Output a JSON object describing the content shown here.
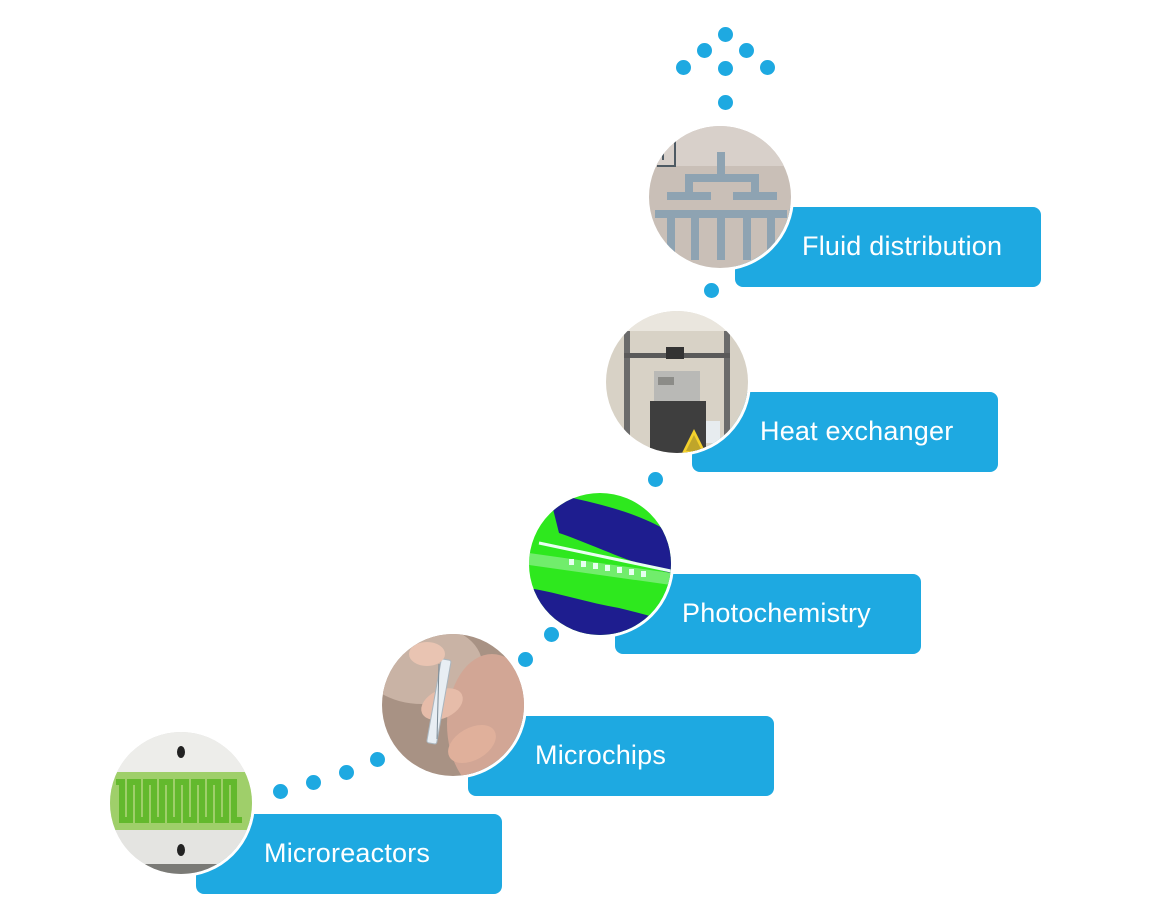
{
  "accent_color": "#1ea9e1",
  "steps": [
    {
      "label": "Microreactors",
      "photo_icon": "serpentine-reactor-photo"
    },
    {
      "label": "Microchips",
      "photo_icon": "microchip-in-hand-photo"
    },
    {
      "label": "Photochemistry",
      "photo_icon": "fluorescent-flow-photo"
    },
    {
      "label": "Heat exchanger",
      "photo_icon": "heat-exchanger-rig-photo"
    },
    {
      "label": "Fluid distribution",
      "photo_icon": "manifold-pipes-photo"
    }
  ],
  "arrow_icon": "dotted-up-arrow-icon"
}
